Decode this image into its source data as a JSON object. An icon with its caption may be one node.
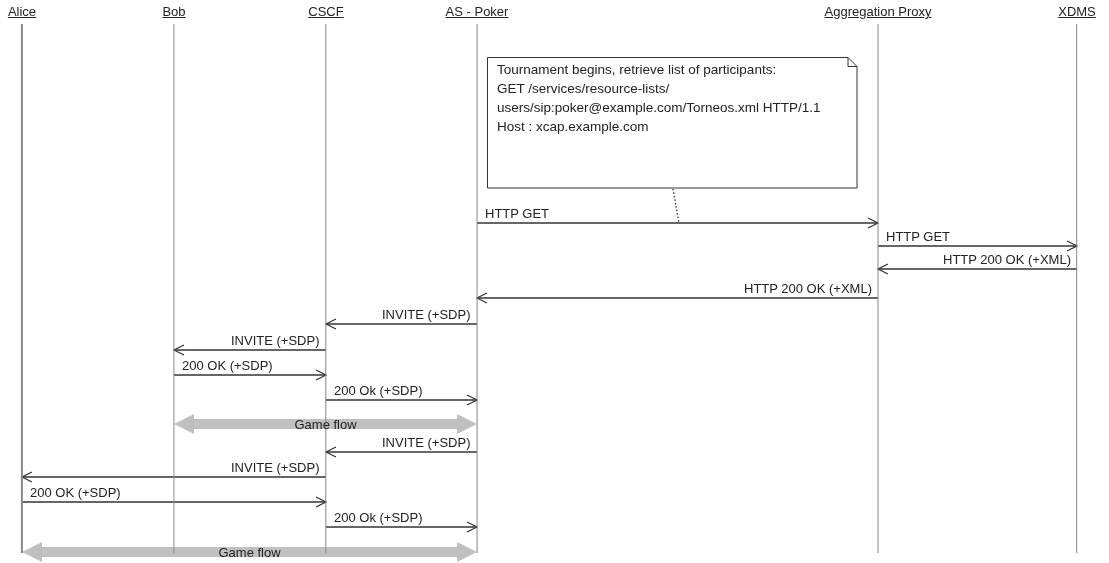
{
  "diagram": {
    "nodes": [
      {
        "text": [
          "Alice"
        ]
      },
      {
        "text": [
          "Bob"
        ]
      },
      {
        "text": [
          "CSCF"
        ]
      },
      {
        "text": [
          "AS - Poker"
        ]
      },
      {
        "text": [
          "Aggregation Proxy"
        ]
      },
      {
        "text": [
          "XDMS"
        ]
      },
      {
        "text": [
          "Tournament begins, retrieve list of participants:",
          "GET /services/resource-lists/ users/sip:poker@example.com/Torneos.xml HTTP/1.1",
          "Host : xcap.example.com"
        ]
      }
    ],
    "edges": [
      {
        "from": 3,
        "to": 4,
        "arrow": "to",
        "label": "HTTP GET"
      },
      {
        "from": 4,
        "to": 5,
        "arrow": "to",
        "label": "HTTP GET"
      },
      {
        "from": 5,
        "to": 4,
        "arrow": "to",
        "label": "HTTP 200 OK (+XML)"
      },
      {
        "from": 4,
        "to": 3,
        "arrow": "to",
        "label": "HTTP 200 OK (+XML)"
      },
      {
        "from": 3,
        "to": 2,
        "arrow": "to",
        "label": "INVITE (+SDP)"
      },
      {
        "from": 2,
        "to": 1,
        "arrow": "to",
        "label": "INVITE (+SDP)"
      },
      {
        "from": 1,
        "to": 2,
        "arrow": "to",
        "label": "200 OK (+SDP)"
      },
      {
        "from": 2,
        "to": 3,
        "arrow": "to",
        "label": "200 Ok (+SDP)"
      },
      {
        "from": 1,
        "to": 3,
        "arrow": "both",
        "label": "Game flow",
        "style": "thick",
        "color": "#c0c0c0"
      },
      {
        "from": 3,
        "to": 2,
        "arrow": "to",
        "label": "INVITE (+SDP)"
      },
      {
        "from": 2,
        "to": 0,
        "arrow": "to",
        "label": "INVITE (+SDP)"
      },
      {
        "from": 0,
        "to": 2,
        "arrow": "to",
        "label": "200 OK (+SDP)"
      },
      {
        "from": 2,
        "to": 3,
        "arrow": "to",
        "label": "200 Ok (+SDP)"
      },
      {
        "from": 0,
        "to": 3,
        "arrow": "both",
        "label": "Game flow",
        "style": "thick",
        "color": "#c0c0c0"
      },
      {
        "from": 6,
        "to": null,
        "arrow": "none",
        "style": "dashed"
      }
    ]
  }
}
